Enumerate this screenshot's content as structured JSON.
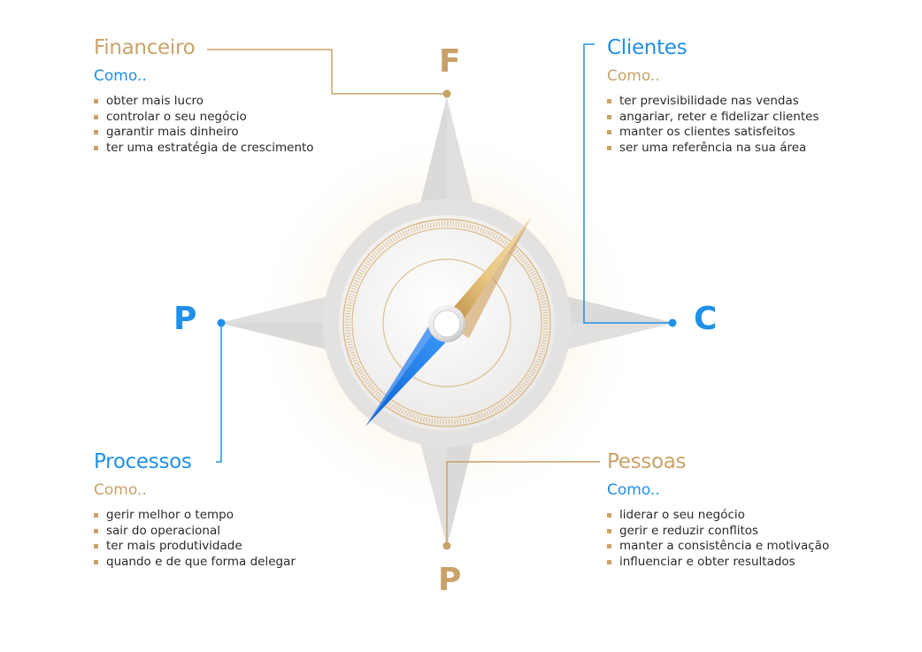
{
  "colors": {
    "gold": "#c9a26a",
    "blue": "#1e90e8",
    "text": "#2a2a2a",
    "rose": "#e2e0df"
  },
  "letters": {
    "top": "F",
    "right": "C",
    "bottom": "P",
    "left": "P"
  },
  "sections": {
    "financeiro": {
      "title": "Financeiro",
      "como": "Como..",
      "items": [
        "obter mais lucro",
        "controlar o seu negócio",
        "garantir mais dinheiro",
        "ter uma estratégia de crescimento"
      ]
    },
    "clientes": {
      "title": "Clientes",
      "como": "Como..",
      "items": [
        "ter previsibilidade nas vendas",
        "angariar, reter e fidelizar clientes",
        "manter os clientes satisfeitos",
        "ser uma referência na sua área"
      ]
    },
    "processos": {
      "title": "Processos",
      "como": "Como..",
      "items": [
        "gerir melhor o tempo",
        "sair do operacional",
        "ter mais produtividade",
        "quando e de que forma delegar"
      ]
    },
    "pessoas": {
      "title": "Pessoas",
      "como": "Como..",
      "items": [
        "liderar o seu negócio",
        "gerir e reduzir conflitos",
        "manter a consistência e motivação",
        "influenciar e obter resultados"
      ]
    }
  }
}
